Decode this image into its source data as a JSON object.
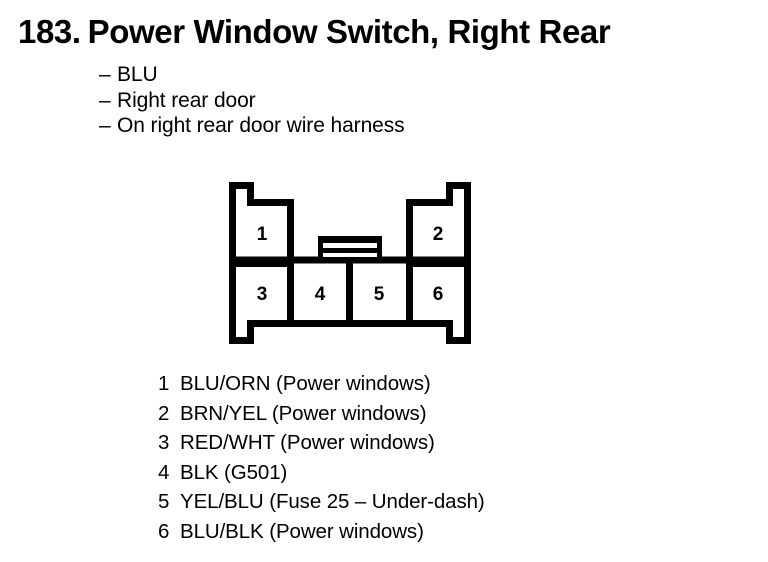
{
  "page": {
    "title_number": "183.",
    "title_text": "Power Window Switch, Right Rear"
  },
  "attributes": {
    "dash": "–",
    "items": [
      {
        "text": "BLU"
      },
      {
        "text": "Right rear door"
      },
      {
        "text": "On right rear door wire harness"
      }
    ]
  },
  "connector": {
    "name": "6-pin connector face view",
    "line_color": "#000000",
    "fill_color": "#ffffff",
    "top_row_pins": [
      {
        "number": "1"
      },
      {
        "number": "2"
      }
    ],
    "bottom_row_pins": [
      {
        "number": "3"
      },
      {
        "number": "4"
      },
      {
        "number": "5"
      },
      {
        "number": "6"
      }
    ],
    "latch_label": "center latch tab"
  },
  "pin_legend": [
    {
      "number": "1",
      "description": "BLU/ORN (Power windows)"
    },
    {
      "number": "2",
      "description": "BRN/YEL (Power windows)"
    },
    {
      "number": "3",
      "description": "RED/WHT (Power windows)"
    },
    {
      "number": "4",
      "description": "BLK (G501)"
    },
    {
      "number": "5",
      "description": "YEL/BLU (Fuse 25 – Under-dash)"
    },
    {
      "number": "6",
      "description": "BLU/BLK (Power windows)"
    }
  ]
}
